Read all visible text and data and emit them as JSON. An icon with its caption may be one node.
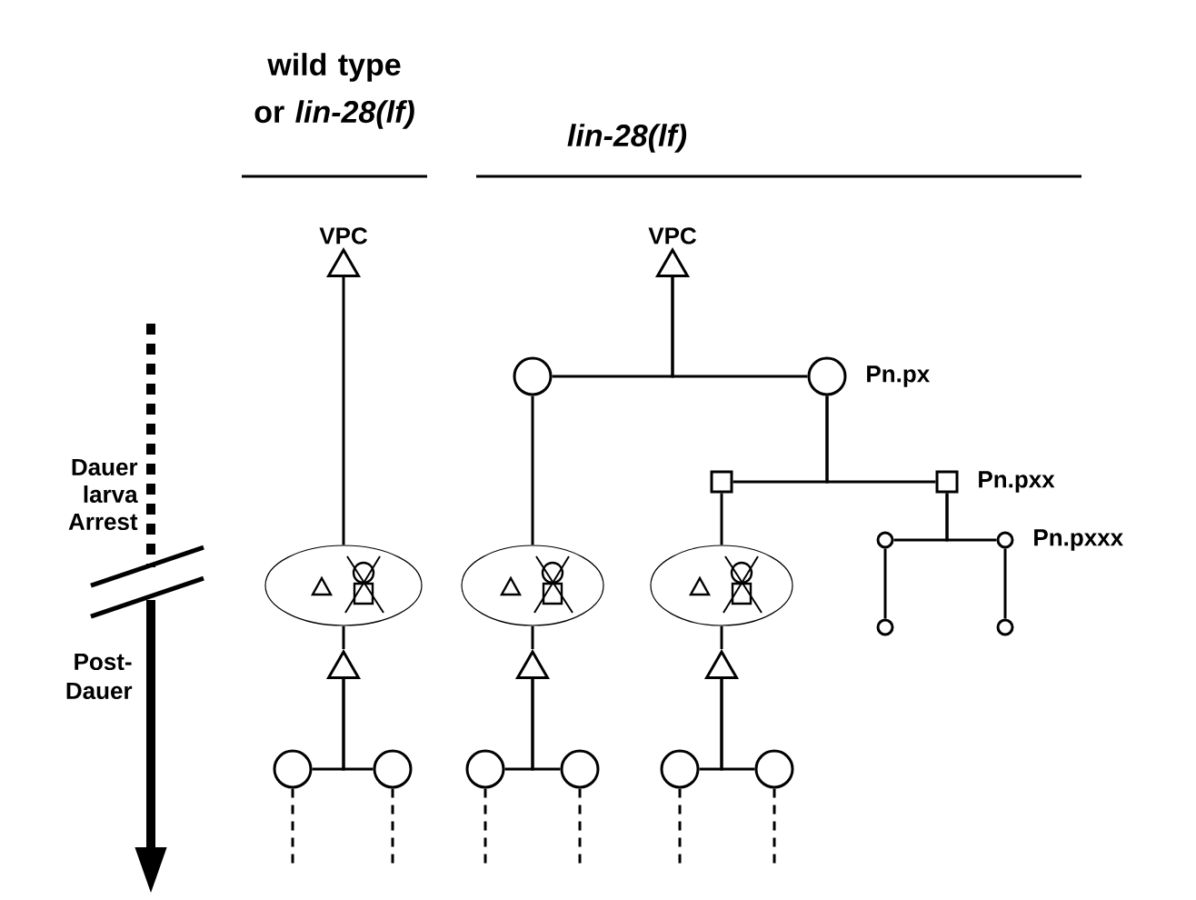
{
  "diagram": {
    "nodes": [
      {
        "text": [],
        "shape": "triangle",
        "beside": [
          "VPC"
        ]
      },
      {
        "text": [],
        "shape": "ellipse"
      },
      {
        "text": [],
        "shape": "triangle"
      },
      {
        "text": [],
        "shape": "circle"
      },
      {
        "text": [],
        "shape": "circle"
      },
      {
        "text": [],
        "shape": "triangle",
        "beside": [
          "VPC"
        ]
      },
      {
        "text": [],
        "shape": "circle"
      },
      {
        "text": [],
        "shape": "circle",
        "beside": [
          "Pn.px"
        ]
      },
      {
        "text": [],
        "shape": "ellipse"
      },
      {
        "text": [],
        "shape": "triangle"
      },
      {
        "text": [],
        "shape": "circle"
      },
      {
        "text": [],
        "shape": "circle"
      },
      {
        "text": [],
        "shape": "box"
      },
      {
        "text": [],
        "shape": "box",
        "beside": [
          "Pn.pxx"
        ]
      },
      {
        "text": [],
        "shape": "ellipse"
      },
      {
        "text": [],
        "shape": "triangle"
      },
      {
        "text": [],
        "shape": "circle"
      },
      {
        "text": [],
        "shape": "circle"
      },
      {
        "text": [],
        "shape": "circle"
      },
      {
        "text": [],
        "shape": "circle",
        "beside": [
          "Pn.pxxx"
        ]
      },
      {
        "text": [],
        "shape": "circle"
      },
      {
        "text": [],
        "shape": "circle"
      }
    ],
    "edges": [
      {
        "from": 0,
        "to": 1,
        "arrow": "none"
      },
      {
        "from": 1,
        "to": 2,
        "arrow": "none"
      },
      {
        "from": 2,
        "to": 3,
        "arrow": "none"
      },
      {
        "from": 2,
        "to": 4,
        "arrow": "none"
      },
      {
        "from": 3,
        "to": null,
        "arrow": "none",
        "style": "dashed"
      },
      {
        "from": 4,
        "to": null,
        "arrow": "none",
        "style": "dashed"
      },
      {
        "from": 5,
        "to": 6,
        "arrow": "none"
      },
      {
        "from": 5,
        "to": 7,
        "arrow": "none"
      },
      {
        "from": 6,
        "to": 8,
        "arrow": "none"
      },
      {
        "from": 8,
        "to": 9,
        "arrow": "none"
      },
      {
        "from": 9,
        "to": 10,
        "arrow": "none"
      },
      {
        "from": 9,
        "to": 11,
        "arrow": "none"
      },
      {
        "from": 10,
        "to": null,
        "arrow": "none",
        "style": "dashed"
      },
      {
        "from": 11,
        "to": null,
        "arrow": "none",
        "style": "dashed"
      },
      {
        "from": 7,
        "to": 12,
        "arrow": "none"
      },
      {
        "from": 7,
        "to": 13,
        "arrow": "none"
      },
      {
        "from": 12,
        "to": 14,
        "arrow": "none"
      },
      {
        "from": 14,
        "to": 15,
        "arrow": "none"
      },
      {
        "from": 15,
        "to": 16,
        "arrow": "none"
      },
      {
        "from": 15,
        "to": 17,
        "arrow": "none"
      },
      {
        "from": 16,
        "to": null,
        "arrow": "none",
        "style": "dashed"
      },
      {
        "from": 17,
        "to": null,
        "arrow": "none",
        "style": "dashed"
      },
      {
        "from": 13,
        "to": 18,
        "arrow": "none"
      },
      {
        "from": 13,
        "to": 19,
        "arrow": "none"
      },
      {
        "from": 18,
        "to": 20,
        "arrow": "none"
      },
      {
        "from": 19,
        "to": 21,
        "arrow": "none"
      }
    ],
    "labels": [
      "wild type or *lin-28(lf)*",
      "lin-28(lf)",
      "Dauer larva Arrest",
      "Post-Dauer"
    ]
  }
}
